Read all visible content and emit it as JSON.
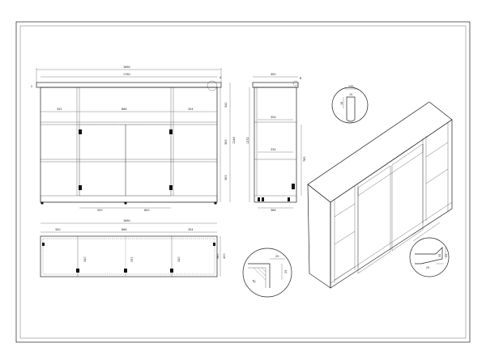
{
  "front_view": {
    "overall_width": "1860",
    "inner_width": "1760",
    "top_thickness": "2",
    "section_left": "352",
    "section_center": "866",
    "section_right": "354",
    "height_top": "342",
    "height_middle": "363",
    "height_lower": "363",
    "overall_height": "1246",
    "door_left": "500",
    "door_right": "600",
    "detail_marker": "A"
  },
  "side_view": {
    "depth": "400",
    "inner_depth_upper": "354",
    "inner_depth_lower": "334",
    "height_left": "1232",
    "height_right": "785",
    "base": "366",
    "detail_marker": "B"
  },
  "plan_view": {
    "overall_width": "1860",
    "section_left": "350",
    "section_center": "866",
    "section_right": "354",
    "inner_left": "340",
    "inner_center": "337",
    "inner_right": "340",
    "depth_outer": "400",
    "depth_inner": "380"
  },
  "detail_b": {
    "width": "135",
    "height": "15",
    "depth": "18"
  },
  "detail_a": {
    "leg_width": "25",
    "leg_height": "25",
    "diagonal": "40"
  },
  "detail_c": {
    "h1": "35",
    "h2": "25",
    "w": "25"
  }
}
